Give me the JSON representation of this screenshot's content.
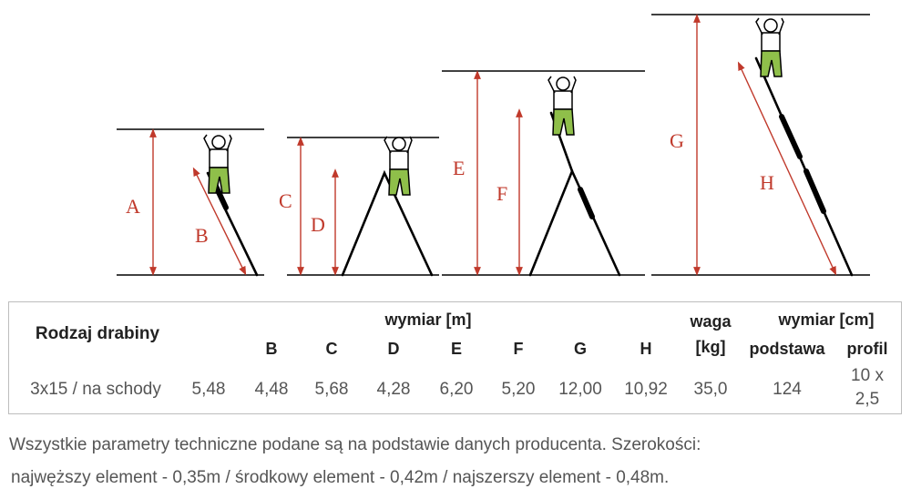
{
  "diagram": {
    "labels": {
      "A": "A",
      "B": "B",
      "C": "C",
      "D": "D",
      "E": "E",
      "F": "F",
      "G": "G",
      "H": "H"
    }
  },
  "table": {
    "type_header": "Rodzaj drabiny",
    "dim_group_header": "wymiar [m]",
    "columns": [
      "B",
      "C",
      "D",
      "E",
      "F",
      "G",
      "H"
    ],
    "weight_header_line1": "waga",
    "weight_header_line2": "[kg]",
    "cm_group_header": "wymiar [cm]",
    "base_header": "podstawa",
    "profile_header": "profil",
    "row": {
      "type": "3x15 / na schody",
      "A": "5,48",
      "B": "4,48",
      "C": "5,68",
      "D": "4,28",
      "E": "6,20",
      "F": "5,20",
      "G": "12,00",
      "H": "10,92",
      "weight": "35,0",
      "base": "124",
      "profile_line1": "10 x",
      "profile_line2": "2,5"
    }
  },
  "footnote": {
    "line1": "Wszystkie parametry techniczne podane są na podstawie danych producenta. Szerokości:",
    "line2": "najwęższy element - 0,35m / środkowy element - 0,42m / najszerszy element - 0,48m."
  },
  "colors": {
    "label": "#c0392b",
    "pants": "#8fbf4a",
    "line": "#000000",
    "border": "#bdbdbd"
  }
}
